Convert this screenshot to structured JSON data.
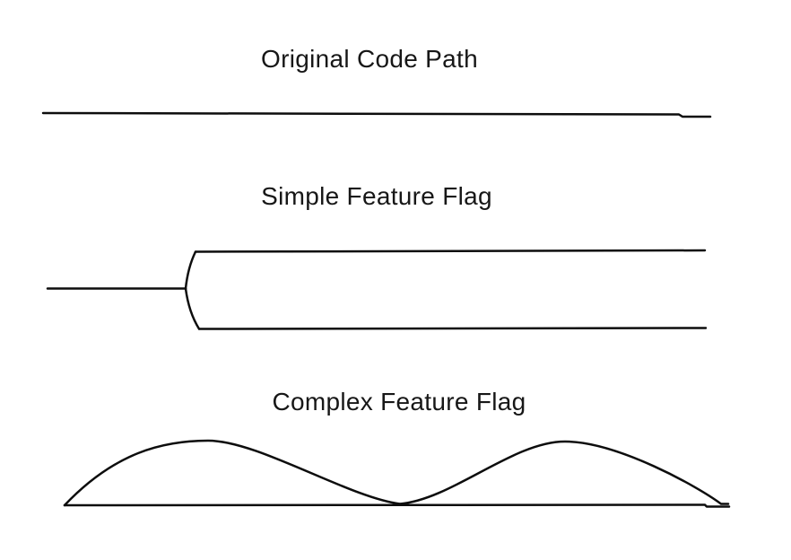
{
  "page": {
    "background_color": "#ffffff",
    "ink_color": "#0d0d0d",
    "text_color": "#171717"
  },
  "diagram": {
    "description": "Hand-drawn style diagram comparing code paths with and without feature flags",
    "sections": [
      {
        "title": "Original Code Path",
        "shape": "single-straight-horizontal-line"
      },
      {
        "title": "Simple Feature Flag",
        "shape": "single-line-forking-into-two-parallel-branches"
      },
      {
        "title": "Complex Feature Flag",
        "shape": "baseline-with-two-tangent-humps"
      }
    ]
  }
}
